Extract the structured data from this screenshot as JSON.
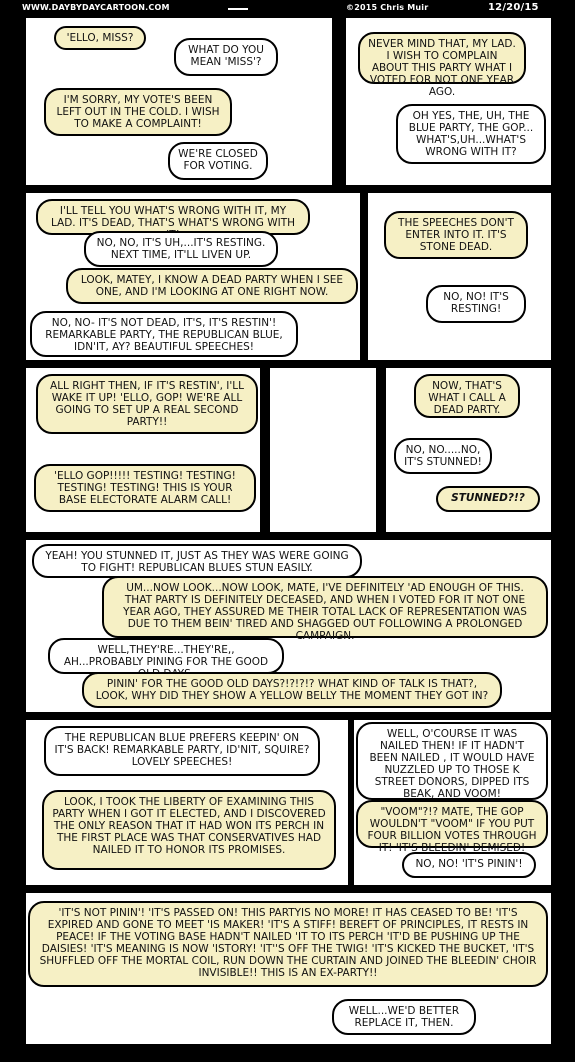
{
  "header": {
    "site": "WWW.DAYBYDAYCARTOON.COM",
    "copyright": "©2015 Chris Muir",
    "date": "12/20/15"
  },
  "p1": {
    "b1": "'ELLO, MISS?",
    "b2": "WHAT DO YOU MEAN 'MISS'?",
    "b3": "I'M SORRY, MY VOTE'S BEEN LEFT OUT IN THE COLD. I WISH TO MAKE A COMPLAINT!",
    "b4": "WE'RE CLOSED FOR VOTING."
  },
  "p2": {
    "b1": "NEVER MIND THAT, MY LAD. I WISH TO COMPLAIN ABOUT THIS PARTY WHAT I VOTED FOR NOT ONE YEAR AGO.",
    "b2": "OH YES, THE, UH, THE BLUE PARTY, THE GOP... WHAT'S,UH...WHAT'S WRONG WITH IT?"
  },
  "p3": {
    "b1": "I'LL TELL YOU WHAT'S WRONG WITH IT, MY LAD. IT'S DEAD, THAT'S WHAT'S WRONG WITH IT!",
    "b2": "NO, NO, IT'S UH,...IT'S RESTING. NEXT TIME, IT'LL LIVEN UP.",
    "b3": "LOOK, MATEY, I KNOW A DEAD PARTY WHEN I SEE ONE, AND I'M LOOKING AT ONE RIGHT NOW.",
    "b4": "NO, NO- IT'S NOT DEAD, IT'S, IT'S RESTIN'! REMARKABLE PARTY, THE REPUBLICAN BLUE, IDN'IT, AY? BEAUTIFUL SPEECHES!"
  },
  "p4": {
    "b1": "THE SPEECHES DON'T ENTER INTO IT. IT'S STONE DEAD.",
    "b2": "NO, NO! IT'S RESTING!"
  },
  "p5": {
    "b1": "ALL RIGHT THEN, IF IT'S RESTIN', I'LL WAKE IT UP! 'ELLO, GOP! WE'RE ALL GOING TO SET UP A REAL SECOND PARTY!!",
    "b2": "'ELLO GOP!!!!! TESTING! TESTING! TESTING! TESTING! THIS IS YOUR BASE ELECTORATE ALARM CALL!"
  },
  "p7": {
    "b1": "NOW, THAT'S WHAT I CALL A DEAD PARTY.",
    "b2": "NO, NO.....NO, IT'S STUNNED!",
    "b3": "STUNNED?!?"
  },
  "p8": {
    "b1": "YEAH! YOU STUNNED IT, JUST AS THEY WAS WERE GOING TO FIGHT! REPUBLICAN BLUES STUN EASILY.",
    "b2": "UM...NOW LOOK...NOW LOOK, MATE, I'VE DEFINITELY 'AD ENOUGH OF THIS. THAT PARTY IS DEFINITELY DECEASED, AND WHEN I VOTED FOR IT NOT ONE YEAR AGO, THEY ASSURED ME THEIR TOTAL LACK OF REPRESENTATION WAS DUE TO THEM BEIN' TIRED AND SHAGGED OUT FOLLOWING A PROLONGED CAMPAIGN.",
    "b3": "WELL,THEY'RE...THEY'RE,, AH...PROBABLY PINING FOR THE GOOD OLD DAYS.",
    "b4": "PININ' FOR THE GOOD OLD DAYS?!?!?!? WHAT KIND OF TALK IS THAT?, LOOK, WHY DID THEY SHOW A YELLOW BELLY THE MOMENT THEY GOT IN?"
  },
  "p9": {
    "b1": "THE REPUBLICAN BLUE PREFERS KEEPIN' ON IT'S BACK! REMARKABLE PARTY, ID'NIT, SQUIRE? LOVELY SPEECHES!",
    "b2": "LOOK, I TOOK THE LIBERTY OF EXAMINING THIS PARTY WHEN I GOT IT ELECTED, AND I DISCOVERED THE ONLY REASON THAT IT HAD WON ITS PERCH IN THE FIRST PLACE WAS THAT CONSERVATIVES HAD NAILED IT TO HONOR ITS PROMISES."
  },
  "p10": {
    "b1": "WELL, O'COURSE IT WAS NAILED THEN! IF IT HADN'T BEEN NAILED , IT WOULD HAVE NUZZLED UP TO THOSE K STREET DONORS, DIPPED ITS BEAK, AND VOOM!",
    "b2": "\"VOOM\"?!? MATE, THE GOP WOULDN'T \"VOOM\" IF YOU PUT FOUR BILLION VOTES THROUGH IT! 'IT'S BLEEDIN' DEMISED!",
    "b3": "NO, NO! 'IT'S PININ'!"
  },
  "p11": {
    "b1": "'IT'S NOT PININ'! 'IT'S PASSED ON! THIS PARTYIS NO MORE! IT HAS CEASED TO BE! 'IT'S EXPIRED AND GONE TO MEET 'IS MAKER! 'IT'S A STIFF! BEREFT OF PRINCIPLES, IT RESTS IN PEACE! IF THE VOTING BASE HADN'T NAILED 'IT TO ITS PERCH 'IT'D BE PUSHING UP THE DAISIES! 'IT'S MEANING IS NOW 'ISTORY! 'IT''S OFF THE TWIG! 'IT'S KICKED THE BUCKET, 'IT'S SHUFFLED OFF THE MORTAL COIL, RUN DOWN THE CURTAIN AND JOINED THE BLEEDIN' CHOIR INVISIBLE!! THIS IS AN EX-PARTY!!",
    "b2": "WELL...WE'D BETTER REPLACE IT, THEN."
  }
}
